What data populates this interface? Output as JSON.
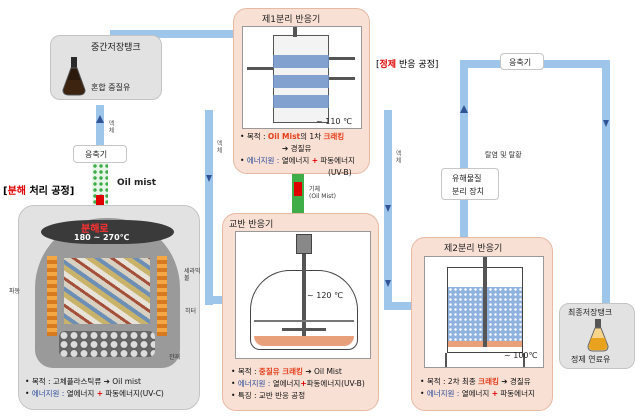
{
  "mid_tank": {
    "title": "중간저장탱크",
    "subtitle": "혼합 중질유"
  },
  "condenser_left": {
    "label": "응축기"
  },
  "liquid_label_left": "액체",
  "oil_mist_label": "Oil mist",
  "decomp_section": {
    "bracket_label_red": "분해",
    "bracket_label_rest": " 처리 공정]",
    "reactor_title": "분해로",
    "reactor_temp": "180 ~ 270℃",
    "label_wave": "파동",
    "label_ceramic": "세라믹 볼",
    "label_heater": "히터",
    "label_residue": "잔재",
    "bullets": [
      {
        "prefix": "목적 : ",
        "text": "고체플라스틱류 ➔ Oil mist"
      },
      {
        "prefix": "에너지원 : ",
        "text_a": "열에너지 ",
        "plus": "+",
        "text_b": " 파동에너지(UV-C)"
      }
    ]
  },
  "sep1": {
    "title": "제1분리 반응기",
    "temp": "~ 110 ℃",
    "bullet1_prefix": "목적 : ",
    "bullet1_hl": "Oil Mist",
    "bullet1_mid": "의 1차 ",
    "bullet1_hl2": "크래킹",
    "bullet1_line2": "➔ 경질유",
    "bullet2_prefix": "에너지원 : ",
    "bullet2_a": "열에너지 ",
    "bullet2_plus": "+",
    "bullet2_b": " 파동에너지",
    "bullet2_line2": "(UV-B)"
  },
  "gas_label": {
    "line1": "기체",
    "line2": "(Oil Mist)"
  },
  "liquid_label_mid": "액체",
  "liquid_label_right": "액체",
  "agit": {
    "title": "교반 반응기",
    "temp": "~ 120 ℃",
    "b1_prefix": "목적 : ",
    "b1_hl": "중질유 크래킹",
    "b1_rest": " ➔ Oil Mist",
    "b2_prefix": "에너지원 : ",
    "b2_a": "열에너지",
    "b2_plus": "+",
    "b2_b": "파동에너지(UV-B)",
    "b3_prefix": "특징 : ",
    "b3_text": "교반 반응 공정"
  },
  "refine_label": {
    "open": "[",
    "red": "정제",
    "rest": " 반응 공정]"
  },
  "condenser_right": {
    "label": "응축기"
  },
  "desalt_label": "탈염 및 탈황",
  "oil_water_sep": {
    "line1": "유해물질",
    "line2": "분리 장치"
  },
  "sep2": {
    "title": "제2분리 반응기",
    "temp": "~ 100℃",
    "b1_prefix": "목적 : ",
    "b1_a": "2차 최종 ",
    "b1_hl": "크래킹",
    "b1_rest": " ➔ 경질유",
    "b2_prefix": "에너지원 : ",
    "b2_a": "열에너지 ",
    "b2_plus": "+",
    "b2_b": " 파동에너지"
  },
  "final_tank": {
    "title": "최종저장탱크",
    "subtitle": "정제 연료유"
  },
  "colors": {
    "pipe": "#9ec5ea",
    "arrow": "#2f5597",
    "highlight": "#e53c1a",
    "red": "#e00000",
    "mist_green": "#3fae49"
  }
}
